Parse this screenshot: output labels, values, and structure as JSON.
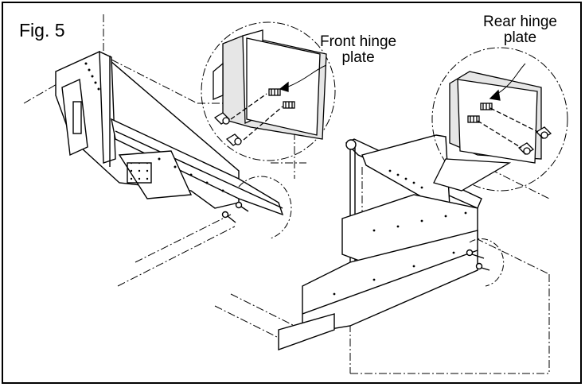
{
  "figure": {
    "label": "Fig. 5"
  },
  "callouts": {
    "front": {
      "line1": "Front hinge",
      "line2": "plate"
    },
    "rear": {
      "line1": "Rear hinge",
      "line2": "plate"
    }
  },
  "colors": {
    "ink": "#000000",
    "paper": "#ffffff",
    "shade": "#d9d9d9"
  }
}
